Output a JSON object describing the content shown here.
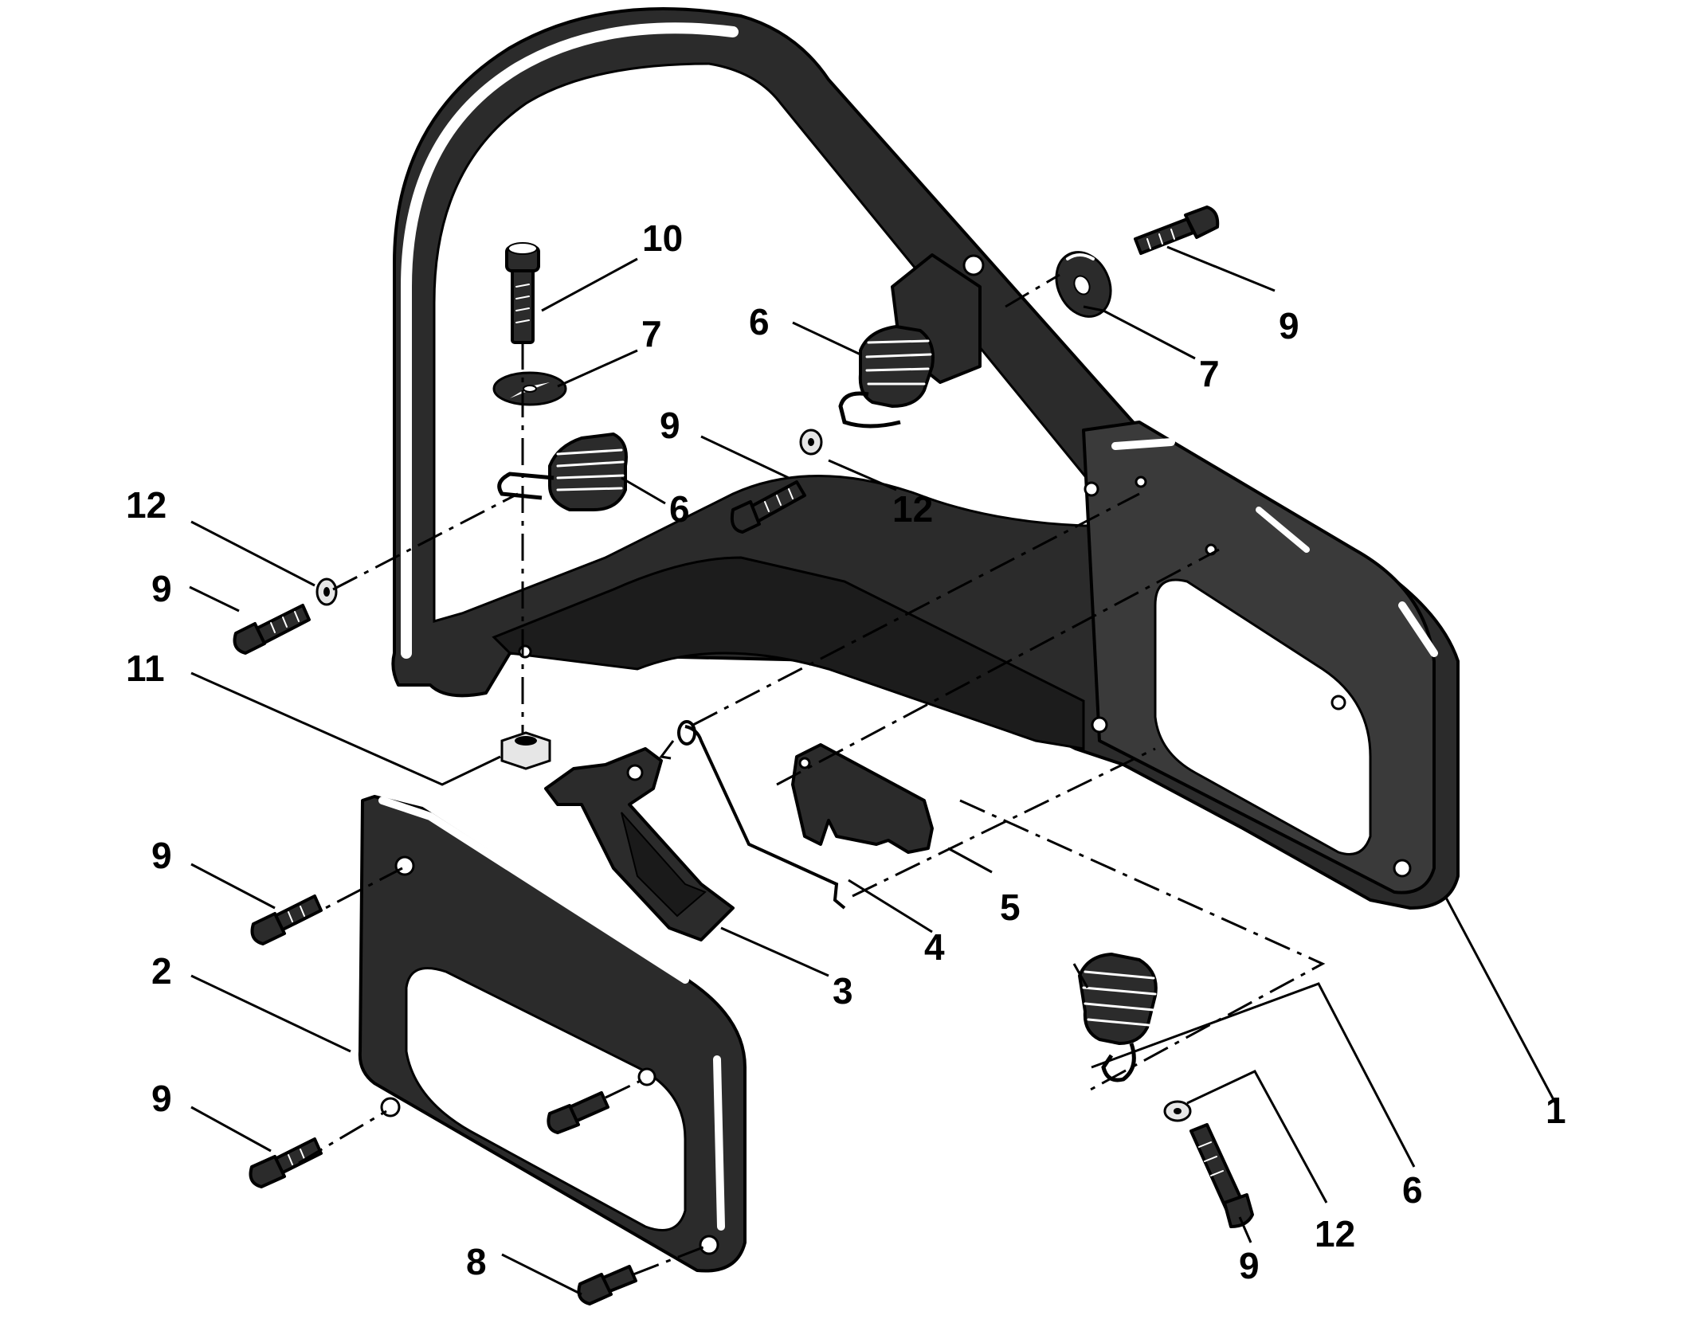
{
  "diagram": {
    "background": "#ffffff",
    "part_color": "#2b2b2b",
    "callouts": [
      {
        "id": "c1",
        "label": "1"
      },
      {
        "id": "c2",
        "label": "2"
      },
      {
        "id": "c3",
        "label": "3"
      },
      {
        "id": "c4",
        "label": "4"
      },
      {
        "id": "c5",
        "label": "5"
      },
      {
        "id": "c6a",
        "label": "6"
      },
      {
        "id": "c6b",
        "label": "6"
      },
      {
        "id": "c6c",
        "label": "6"
      },
      {
        "id": "c7a",
        "label": "7"
      },
      {
        "id": "c7b",
        "label": "7"
      },
      {
        "id": "c8",
        "label": "8"
      },
      {
        "id": "c9a",
        "label": "9"
      },
      {
        "id": "c9b",
        "label": "9"
      },
      {
        "id": "c9c",
        "label": "9"
      },
      {
        "id": "c9d",
        "label": "9"
      },
      {
        "id": "c9e",
        "label": "9"
      },
      {
        "id": "c9f",
        "label": "9"
      },
      {
        "id": "c10",
        "label": "10"
      },
      {
        "id": "c11",
        "label": "11"
      },
      {
        "id": "c12a",
        "label": "12"
      },
      {
        "id": "c12b",
        "label": "12"
      },
      {
        "id": "c12c",
        "label": "12"
      }
    ]
  }
}
